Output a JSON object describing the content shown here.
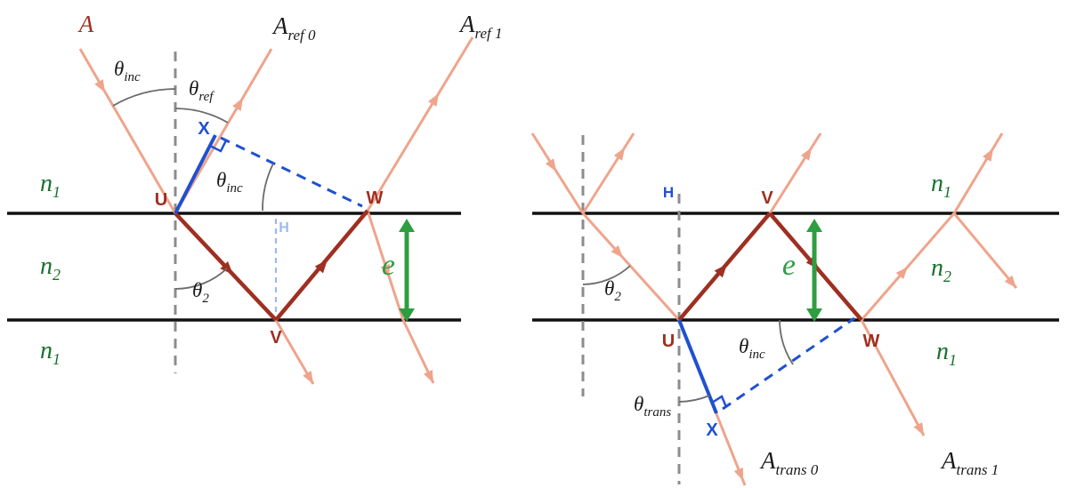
{
  "colors": {
    "ray_salmon": "#efa48c",
    "internal_darkred": "#9e2f21",
    "construction_blue": "#2050d0",
    "height_lightblue": "#9db9ee",
    "thickness_green": "#2f9e41",
    "index_green": "#17712c",
    "normal_gray": "#8c8c8c",
    "interface_black": "#111111",
    "angle_arc_gray": "#6b6b6b"
  },
  "left": {
    "rays": {
      "incident": "A",
      "ref0_main": "A",
      "ref0_sub": "ref 0",
      "ref1_main": "A",
      "ref1_sub": "ref 1"
    },
    "angles": {
      "inc_main": "θ",
      "inc_sub": "inc",
      "ref_main": "θ",
      "ref_sub": "ref",
      "inc2_main": "θ",
      "inc2_sub": "inc",
      "t2_main": "θ",
      "t2_sub": "2"
    },
    "points": {
      "U": "U",
      "X": "X",
      "W": "W",
      "V": "V",
      "H": "H"
    },
    "regions": {
      "top_main": "n",
      "top_sub": "1",
      "mid_main": "n",
      "mid_sub": "2",
      "bot_main": "n",
      "bot_sub": "1"
    },
    "thickness": "e"
  },
  "right": {
    "rays": {
      "trans0_main": "A",
      "trans0_sub": "trans 0",
      "trans1_main": "A",
      "trans1_sub": "trans 1"
    },
    "angles": {
      "t2_main": "θ",
      "t2_sub": "2",
      "inc_main": "θ",
      "inc_sub": "inc",
      "trans_main": "θ",
      "trans_sub": "trans"
    },
    "points": {
      "U": "U",
      "X": "X",
      "W": "W",
      "V": "V",
      "H": "H"
    },
    "regions": {
      "top_main": "n",
      "top_sub": "1",
      "mid_main": "n",
      "mid_sub": "2",
      "bot_main": "n",
      "bot_sub": "1"
    },
    "thickness": "e"
  }
}
